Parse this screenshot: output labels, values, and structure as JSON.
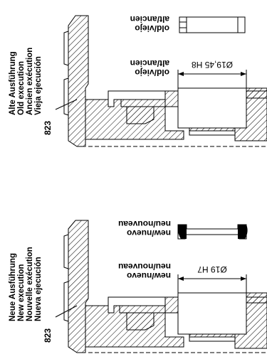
{
  "old": {
    "caption_lines": [
      "Alte Ausführung",
      "Old execution",
      "Ancien exécution",
      "Vieja ejecución"
    ],
    "part_number": "823",
    "ring_label_lines": [
      "alt/ancien",
      "old/viejo"
    ],
    "bore_label_lines": [
      "alt/ancien",
      "old/viejo"
    ],
    "bore_dimension": "Ø19,45 H8"
  },
  "new": {
    "caption_lines": [
      "Neue Ausführung",
      "New execution",
      "Nouvelle exécution",
      "Nueva ejecución"
    ],
    "part_number": "823",
    "ring_label_lines": [
      "neu/nouveau",
      "new/nuevo"
    ],
    "bore_label_lines": [
      "neu/nouveau",
      "new/nuevo"
    ],
    "bore_dimension": "Ø19 H7"
  }
}
